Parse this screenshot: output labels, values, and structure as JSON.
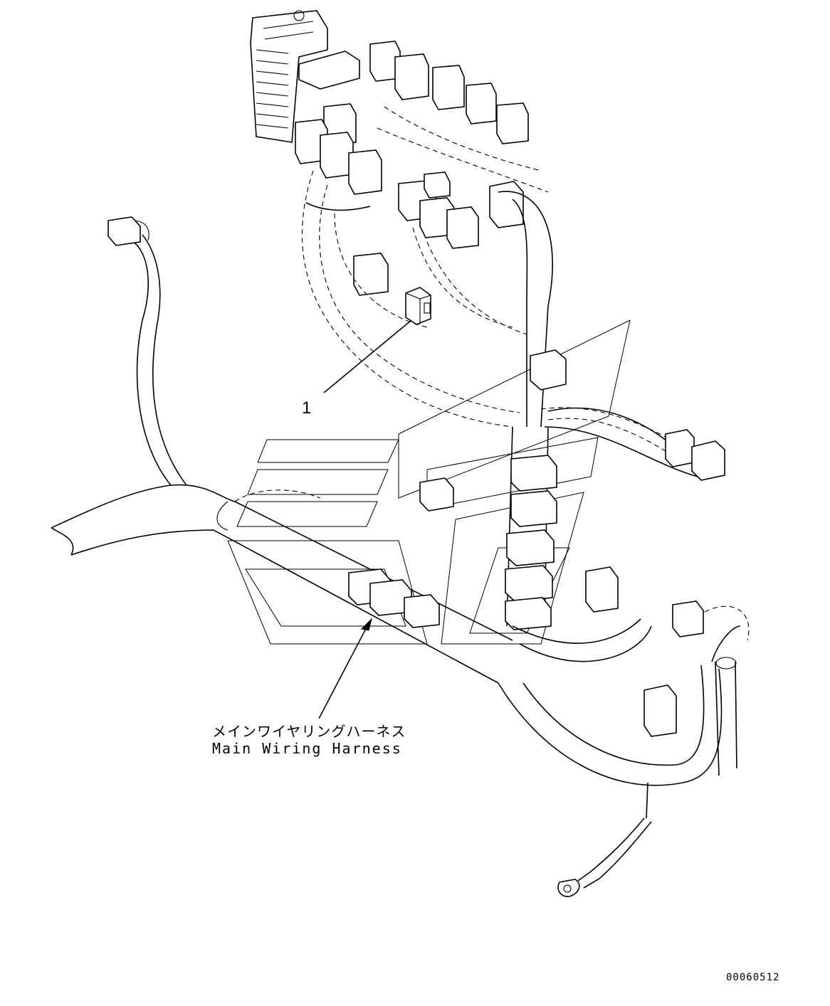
{
  "labels": {
    "callout_number": "1",
    "harness_name_jp": "メインワイヤリングハーネス",
    "harness_name_en": "Main Wiring Harness",
    "drawing_number": "00060512"
  }
}
